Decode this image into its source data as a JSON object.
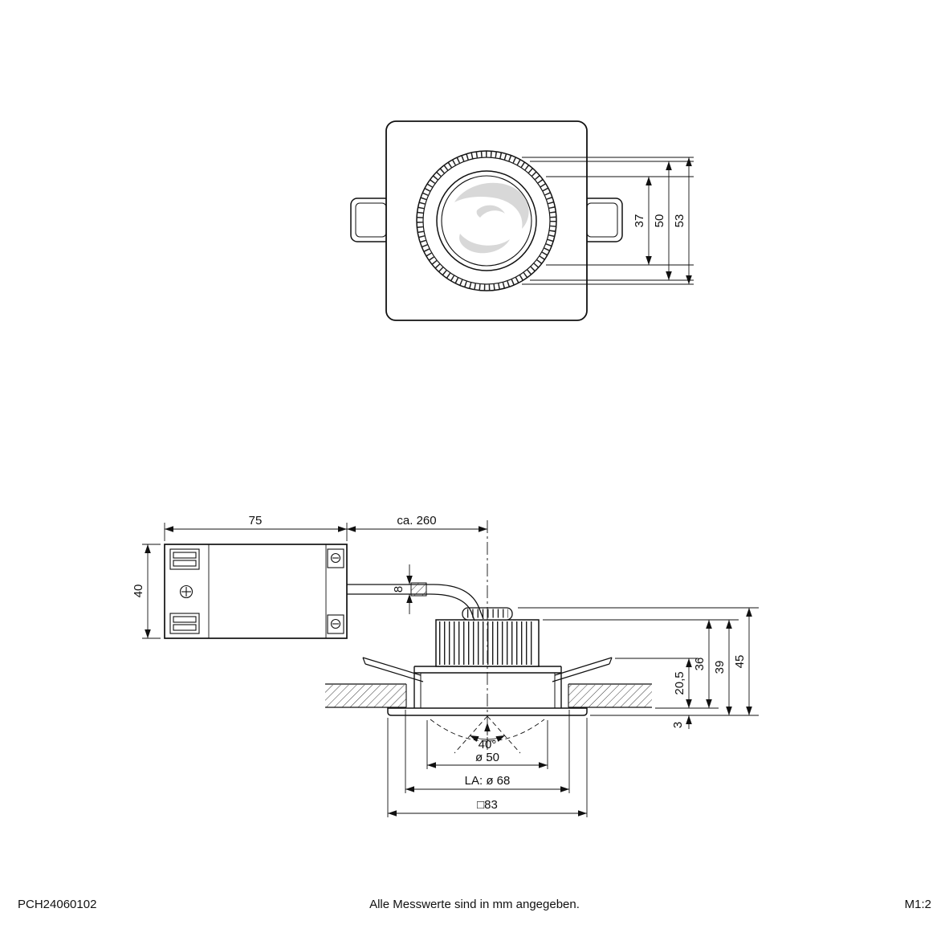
{
  "footer": {
    "part_number": "PCH24060102",
    "note": "Alle Messwerte sind in mm angegeben.",
    "scale": "M1:2"
  },
  "top_view": {
    "dim_37": "37",
    "dim_50": "50",
    "dim_53": "53"
  },
  "side_view": {
    "dim_75": "75",
    "dim_cable": "ca. 260",
    "dim_40": "40",
    "dim_8": "8",
    "dim_20_5": "20,5",
    "dim_36": "36",
    "dim_39": "39",
    "dim_45": "45",
    "dim_3": "3",
    "dim_angle": "40°",
    "dim_dia50": "ø 50",
    "dim_la": "LA: ø 68",
    "dim_square": "□83"
  }
}
